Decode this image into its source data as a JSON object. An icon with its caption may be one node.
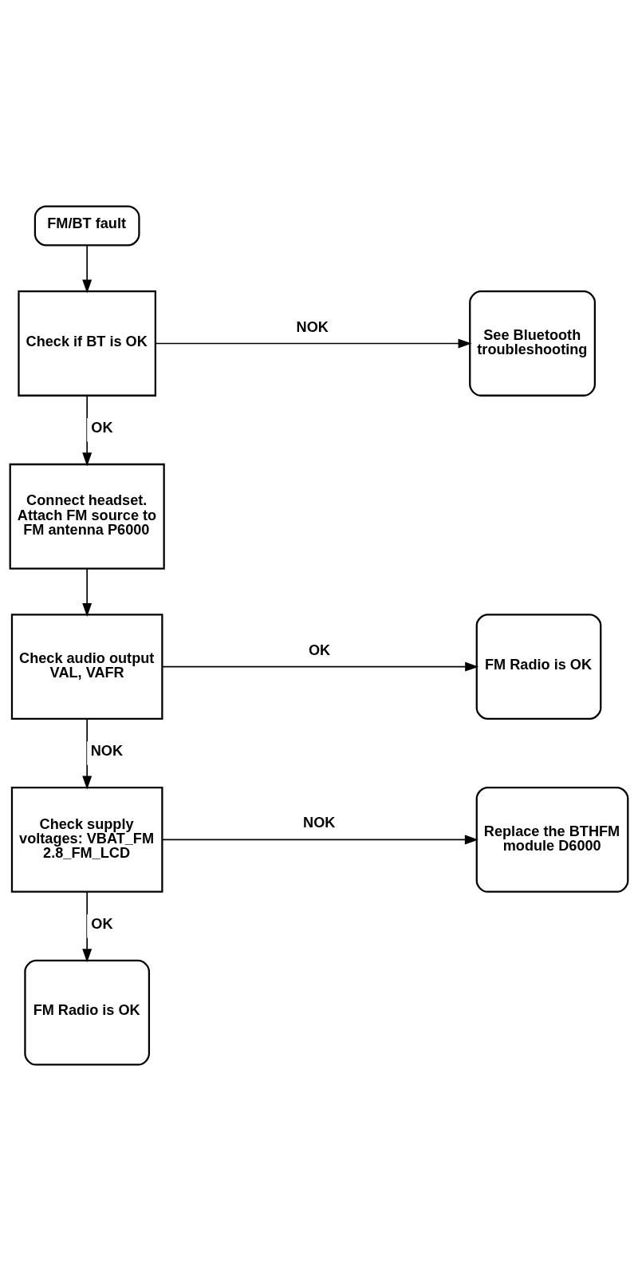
{
  "diagram": {
    "nodes": [
      {
        "text": [
          "FM/BT fault"
        ]
      },
      {
        "text": [
          "Check if BT is OK"
        ]
      },
      {
        "text": [
          "See Bluetooth troubleshooting"
        ]
      },
      {
        "text": [
          "Connect headset. Attach FM source to FM antenna P6000"
        ]
      },
      {
        "text": [
          "Check audio output VAL, VAFR"
        ]
      },
      {
        "text": [
          "FM Radio is OK"
        ]
      },
      {
        "text": [
          "Check supply voltages: VBAT_FM 2.8_FM_LCD"
        ]
      },
      {
        "text": [
          "Replace the BTHFM module D6000"
        ]
      },
      {
        "text": [
          "FM Radio is OK"
        ]
      }
    ],
    "edges": [
      {
        "from": 0,
        "to": 1,
        "arrow": "to"
      },
      {
        "from": 1,
        "to": 2,
        "arrow": "to",
        "label": "NOK"
      },
      {
        "from": 1,
        "to": 3,
        "arrow": "to",
        "label": "OK"
      },
      {
        "from": 3,
        "to": 4,
        "arrow": "to"
      },
      {
        "from": 4,
        "to": 5,
        "arrow": "to",
        "label": "OK"
      },
      {
        "from": 4,
        "to": 6,
        "arrow": "to",
        "label": "NOK"
      },
      {
        "from": 6,
        "to": 7,
        "arrow": "to",
        "label": "NOK"
      },
      {
        "from": 6,
        "to": 8,
        "arrow": "to",
        "label": "OK"
      }
    ]
  }
}
